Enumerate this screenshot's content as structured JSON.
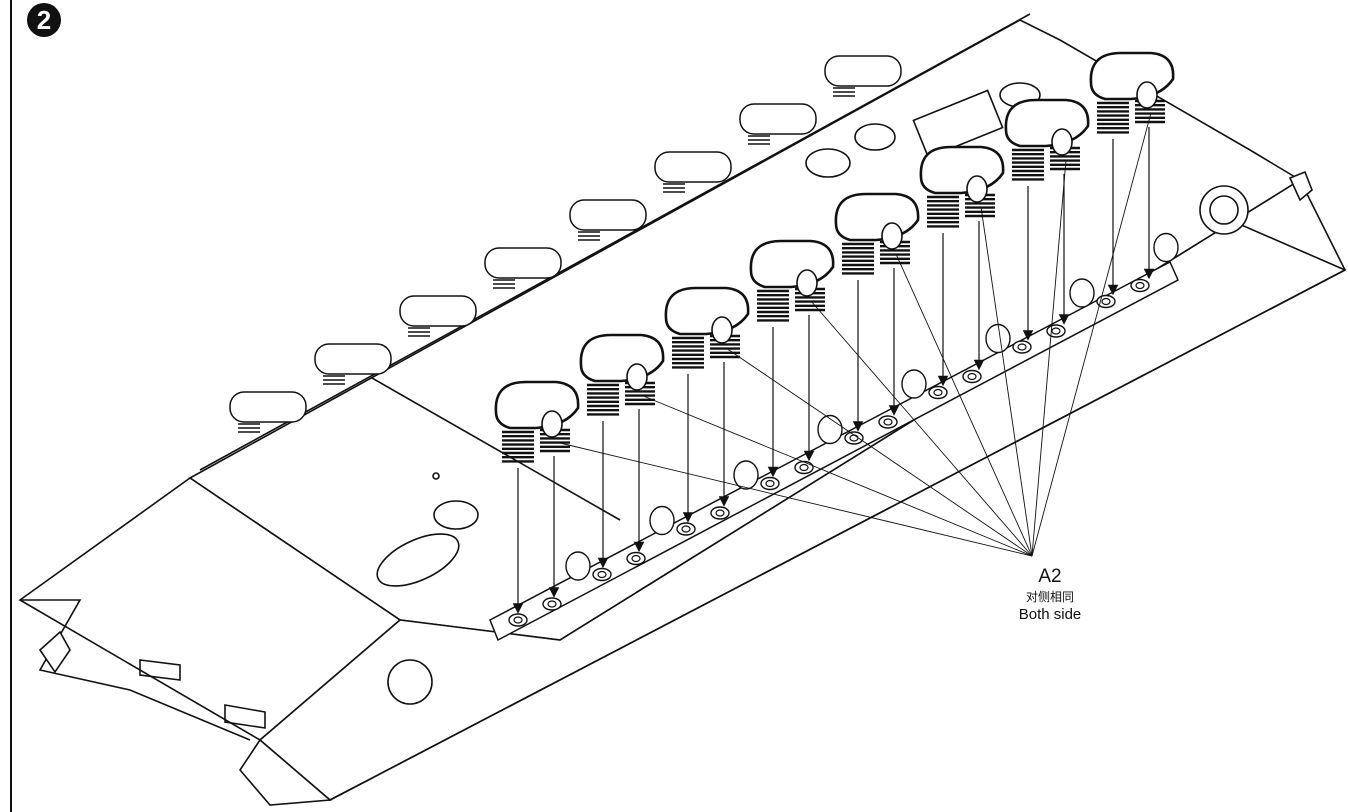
{
  "step": {
    "number": "2"
  },
  "callout": {
    "part_id": "A2",
    "note_cn": "对侧相同",
    "note_en": "Both side"
  },
  "diagram": {
    "line_color": "#111111",
    "part_fill": "#ffffff",
    "spring_coils": 8
  }
}
